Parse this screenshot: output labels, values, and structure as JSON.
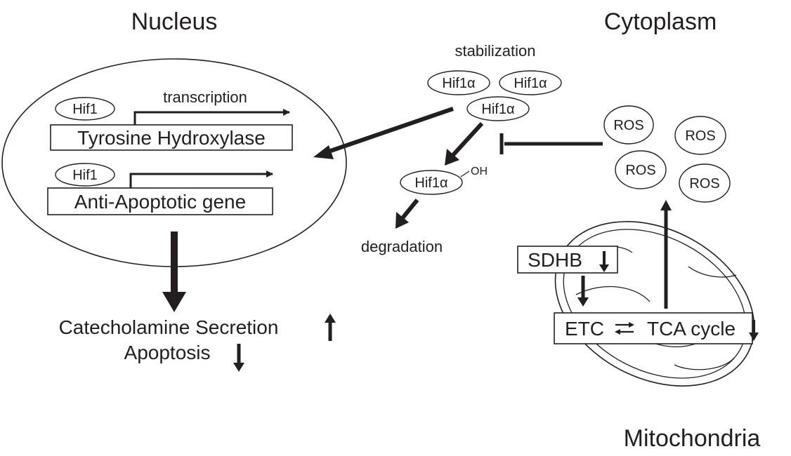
{
  "regions": {
    "nucleus": "Nucleus",
    "cytoplasm": "Cytoplasm",
    "mitochondria": "Mitochondria"
  },
  "nucleus": {
    "transcription": "transcription",
    "gene_factor_1": "Hif1",
    "gene_1": "Tyrosine Hydroxylase",
    "gene_factor_2": "Hif1",
    "gene_2": "Anti-Apoptotic gene"
  },
  "cytoplasm": {
    "stabilization": "stabilization",
    "hif_label": "Hif1",
    "alpha": "α",
    "hydroxyl": "OH",
    "degradation": "degradation",
    "ros": [
      "ROS",
      "ROS",
      "ROS",
      "ROS"
    ]
  },
  "mitochondria": {
    "sdhb": "SDHB",
    "etc": "ETC",
    "tca": "TCA cycle"
  },
  "outcomes": {
    "secretion": "Catecholamine Secretion",
    "apoptosis": "Apoptosis"
  },
  "colors": {
    "ink": "#231f20",
    "background": "#ffffff"
  }
}
